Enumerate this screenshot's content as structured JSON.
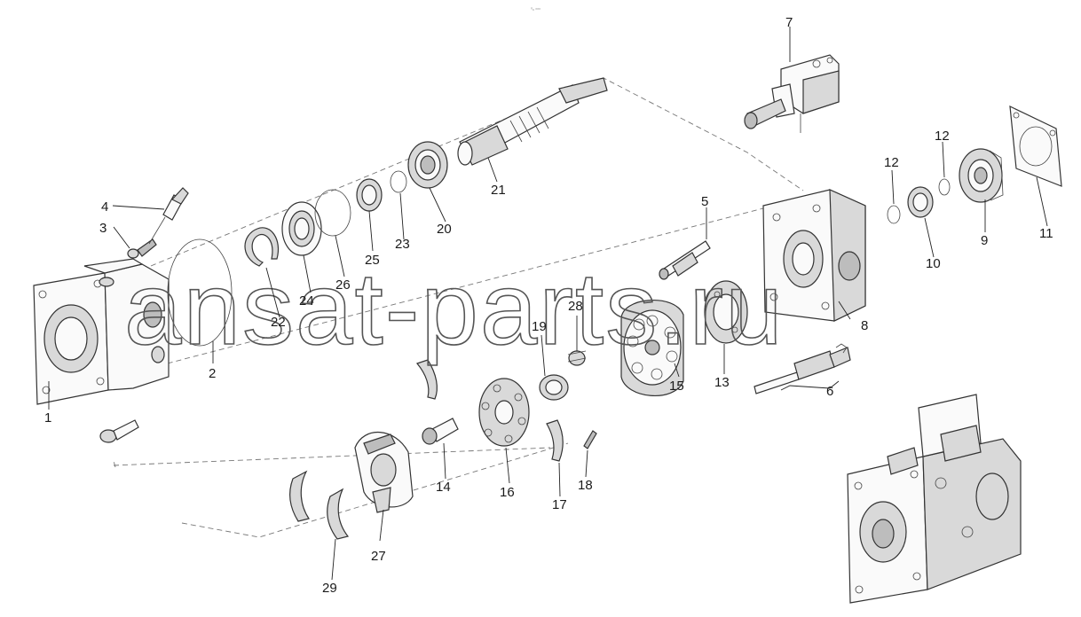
{
  "diagram": {
    "top_note": "⁰ₙ ᵒᵒᵒ",
    "watermark": "ansat-parts.ru",
    "callouts": [
      {
        "id": "1",
        "text": "1"
      },
      {
        "id": "2",
        "text": "2"
      },
      {
        "id": "3",
        "text": "3"
      },
      {
        "id": "4",
        "text": "4"
      },
      {
        "id": "5",
        "text": "5"
      },
      {
        "id": "6",
        "text": "6"
      },
      {
        "id": "7",
        "text": "7"
      },
      {
        "id": "8",
        "text": "8"
      },
      {
        "id": "9",
        "text": "9"
      },
      {
        "id": "10",
        "text": "10"
      },
      {
        "id": "11",
        "text": "11"
      },
      {
        "id": "12a",
        "text": "12"
      },
      {
        "id": "12b",
        "text": "12"
      },
      {
        "id": "13",
        "text": "13"
      },
      {
        "id": "14",
        "text": "14"
      },
      {
        "id": "15",
        "text": "15"
      },
      {
        "id": "16",
        "text": "16"
      },
      {
        "id": "17",
        "text": "17"
      },
      {
        "id": "18",
        "text": "18"
      },
      {
        "id": "19",
        "text": "19"
      },
      {
        "id": "20",
        "text": "20"
      },
      {
        "id": "21",
        "text": "21"
      },
      {
        "id": "22",
        "text": "22"
      },
      {
        "id": "23",
        "text": "23"
      },
      {
        "id": "24",
        "text": "24"
      },
      {
        "id": "25",
        "text": "25"
      },
      {
        "id": "26",
        "text": "26"
      },
      {
        "id": "27",
        "text": "27"
      },
      {
        "id": "28",
        "text": "28"
      },
      {
        "id": "29",
        "text": "29"
      }
    ]
  }
}
